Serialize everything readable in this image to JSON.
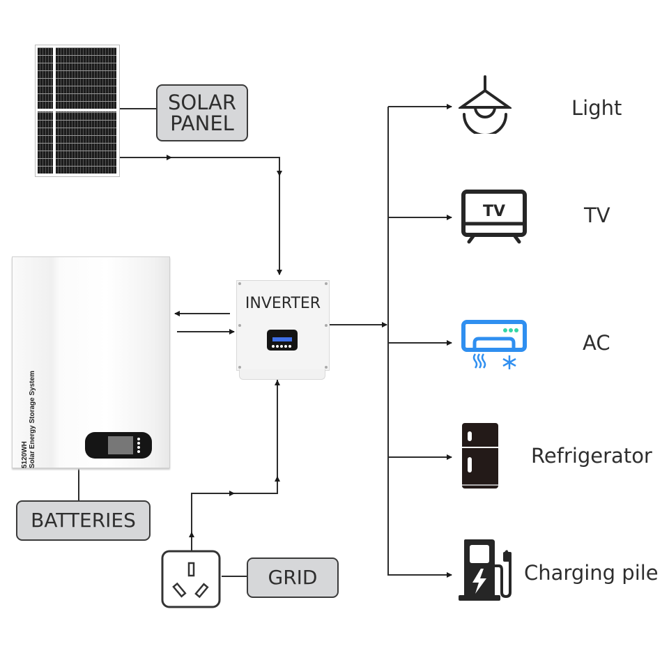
{
  "diagram": {
    "title": "Solar energy storage system wiring diagram",
    "nodes": {
      "solar_panel": {
        "label_line1": "SOLAR",
        "label_line2": "PANEL"
      },
      "inverter": {
        "label": "INVERTER"
      },
      "batteries": {
        "label": "BATTERIES",
        "product_line1": "5120WH",
        "product_line2": "Solar Energy Storage System"
      },
      "grid": {
        "label": "GRID"
      }
    },
    "loads": [
      {
        "label": "Light",
        "icon": "ceiling-lamp-icon"
      },
      {
        "label": "TV",
        "icon": "tv-icon",
        "icon_text": "TV"
      },
      {
        "label": "AC",
        "icon": "air-conditioner-icon"
      },
      {
        "label": "Refrigerator",
        "icon": "refrigerator-icon"
      },
      {
        "label": "Charging pile",
        "icon": "ev-charger-icon"
      }
    ],
    "connections": [
      {
        "from": "solar_panel",
        "to": "inverter",
        "direction": "one-way"
      },
      {
        "from": "inverter",
        "to": "batteries",
        "direction": "one-way"
      },
      {
        "from": "batteries",
        "to": "inverter",
        "direction": "one-way"
      },
      {
        "from": "grid",
        "to": "inverter",
        "direction": "one-way"
      },
      {
        "from": "inverter",
        "to": "loads",
        "direction": "one-way"
      }
    ],
    "colors": {
      "line": "#2b2b2b",
      "label_fill": "#d6d7d9",
      "ac_blue": "#2f8ff0",
      "ac_green": "#33d6a6",
      "fridge": "#231a18"
    }
  }
}
